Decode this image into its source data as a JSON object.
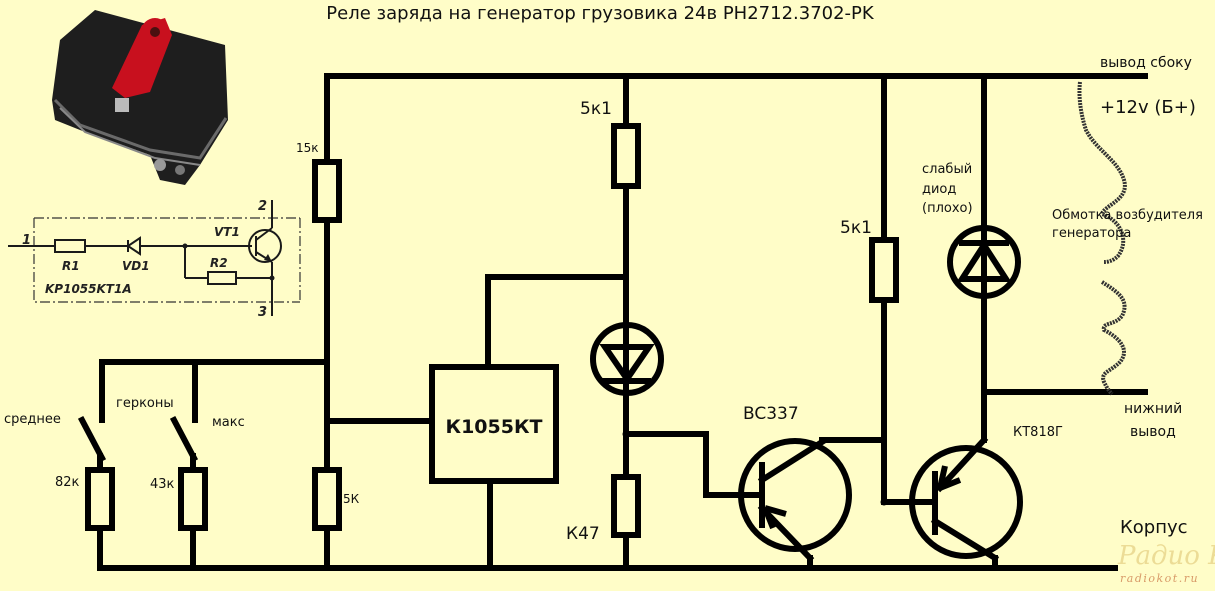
{
  "title": "Реле заряда на генератор грузовика 24в PH2712.3702-PK",
  "photo": {
    "description": "relay-unit-photo",
    "accent_color": "#c8101e"
  },
  "inset_schematic": {
    "part_label": "KP1055KT1A",
    "pins": [
      "1",
      "2",
      "3"
    ],
    "components": {
      "r1": "R1",
      "vd1": "VD1",
      "r2": "R2",
      "vt1": "VT1"
    }
  },
  "labels": {
    "r_15k": "15к",
    "r_5k1_top": "5к1",
    "r_5k": "5К",
    "r_82k": "82к",
    "r_43k": "43к",
    "r_k47": "К47",
    "r_5k1_right": "5к1",
    "ic": "К1055КТ",
    "bc337": "BC337",
    "kt818": "КТ818Г",
    "switch_avg": "среднее",
    "reed_switches": "герконы",
    "switch_max": "макс",
    "weak_diode": [
      "слабый",
      "диод",
      "(плохо)"
    ],
    "side_terminal": "вывод сбоку",
    "supply": "+12v (Б+)",
    "coil": [
      "Обмотка возбудителя",
      "генератора"
    ],
    "lower_terminal": [
      "нижний",
      "вывод"
    ],
    "ground": "Корпус"
  },
  "watermark": {
    "logo": "Радио КОТ",
    "url": "radiokot.ru"
  },
  "colors": {
    "background": "#fffdc8",
    "wire": "#000000",
    "watermark": "#e8d58a"
  }
}
